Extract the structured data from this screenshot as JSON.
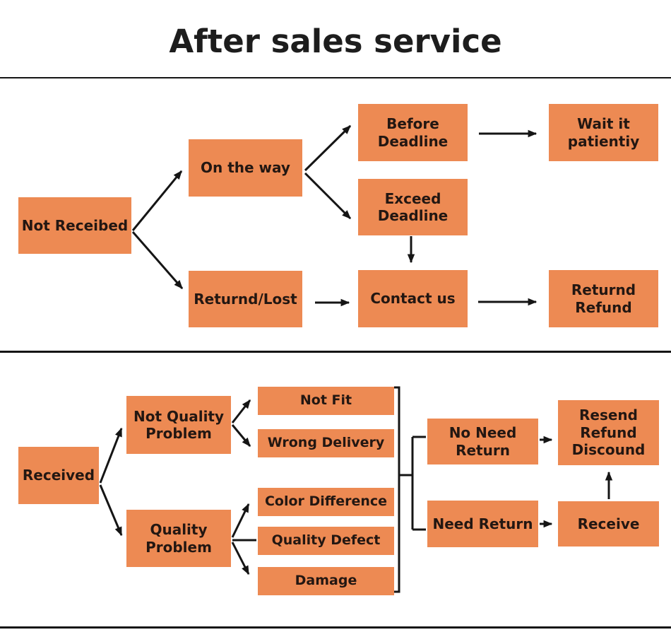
{
  "title": "After sales service",
  "colors": {
    "box": "#ED8A53",
    "text": "#231712",
    "line": "#151515"
  },
  "flow1": {
    "not_received": "Not Receibed",
    "on_the_way": "On the way",
    "returned_lost": "Returnd/Lost",
    "before_deadline": "Before\nDeadline",
    "exceed_deadline": "Exceed\nDeadline",
    "contact_us": "Contact us",
    "wait_it_patiently": "Wait it\npatientiy",
    "returned_refund": "Returnd\nRefund"
  },
  "flow2": {
    "received": "Received",
    "not_quality_problem": "Not Quality\nProblem",
    "quality_problem": "Quality\nProblem",
    "not_fit": "Not Fit",
    "wrong_delivery": "Wrong Delivery",
    "color_difference": "Color Difference",
    "quality_defect": "Quality Defect",
    "damage": "Damage",
    "no_need_return": "No Need\nReturn",
    "need_return": "Need Return",
    "resend_refund_discound": "Resend\nRefund\nDiscound",
    "receive": "Receive"
  }
}
